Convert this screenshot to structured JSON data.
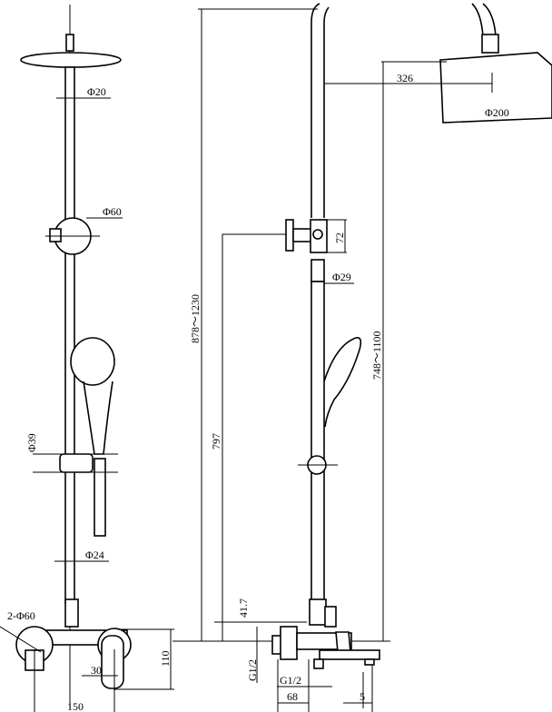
{
  "front_view": {
    "dim_head_pipe": "Φ20",
    "dim_diverter": "Φ60",
    "dim_holder": "Φ39",
    "dim_slide_bar": "Φ24",
    "dim_escutcheons": "2-Φ60",
    "dim_lever_offset": "30",
    "dim_mixer_height": "110",
    "dim_centres": "150"
  },
  "side_view": {
    "dim_total_height": "878～1230",
    "dim_diverter_height": "797",
    "dim_head_height": "748～1100",
    "dim_arm_reach": "326",
    "dim_head_diameter": "Φ200",
    "dim_diverter_body": "72",
    "dim_riser": "Φ29",
    "dim_spout_offset": "41.7",
    "dim_inlet_thread_v": "G1/2",
    "dim_inlet_thread_h": "G1/2",
    "dim_spout_projection": "68",
    "dim_spout_tip": "5"
  }
}
